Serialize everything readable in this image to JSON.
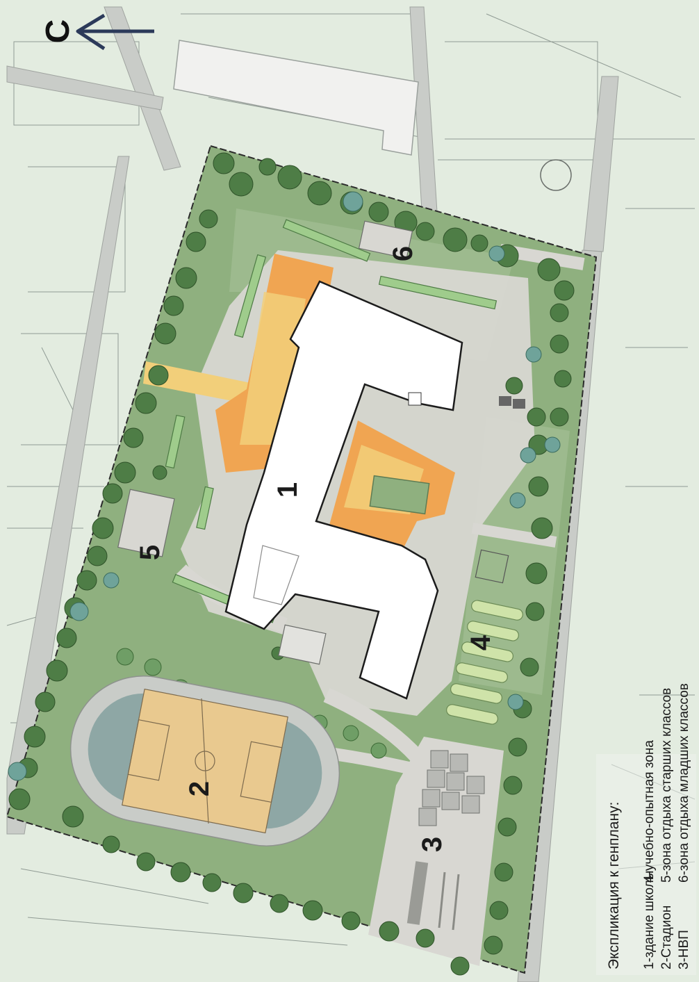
{
  "north_arrow": {
    "letter": "С"
  },
  "zones": {
    "z1": "1",
    "z2": "2",
    "z3": "3",
    "z4": "4",
    "z5": "5",
    "z6": "6"
  },
  "legend": {
    "title": "Экспликация к генплану:",
    "items": [
      "1-здание школы",
      "2-Стадион",
      "3-НВП",
      "4-учебно-опытная зона",
      "5-зона отдыха старших классов",
      "6-зона отдыха младших классов"
    ]
  },
  "colors": {
    "site_green": "#8fb07f",
    "dark_green": "#6f9563",
    "tree": "#4e7d46",
    "tree_light": "#6fa39a",
    "building": "#ffffff",
    "paving": "#d8d7d2",
    "orange_tiles": "#f0a552",
    "yellow_tiles": "#f2cf7a",
    "field": "#e9c98f",
    "track_end": "#8ea7a5",
    "arrow": "#2c3a5a"
  }
}
